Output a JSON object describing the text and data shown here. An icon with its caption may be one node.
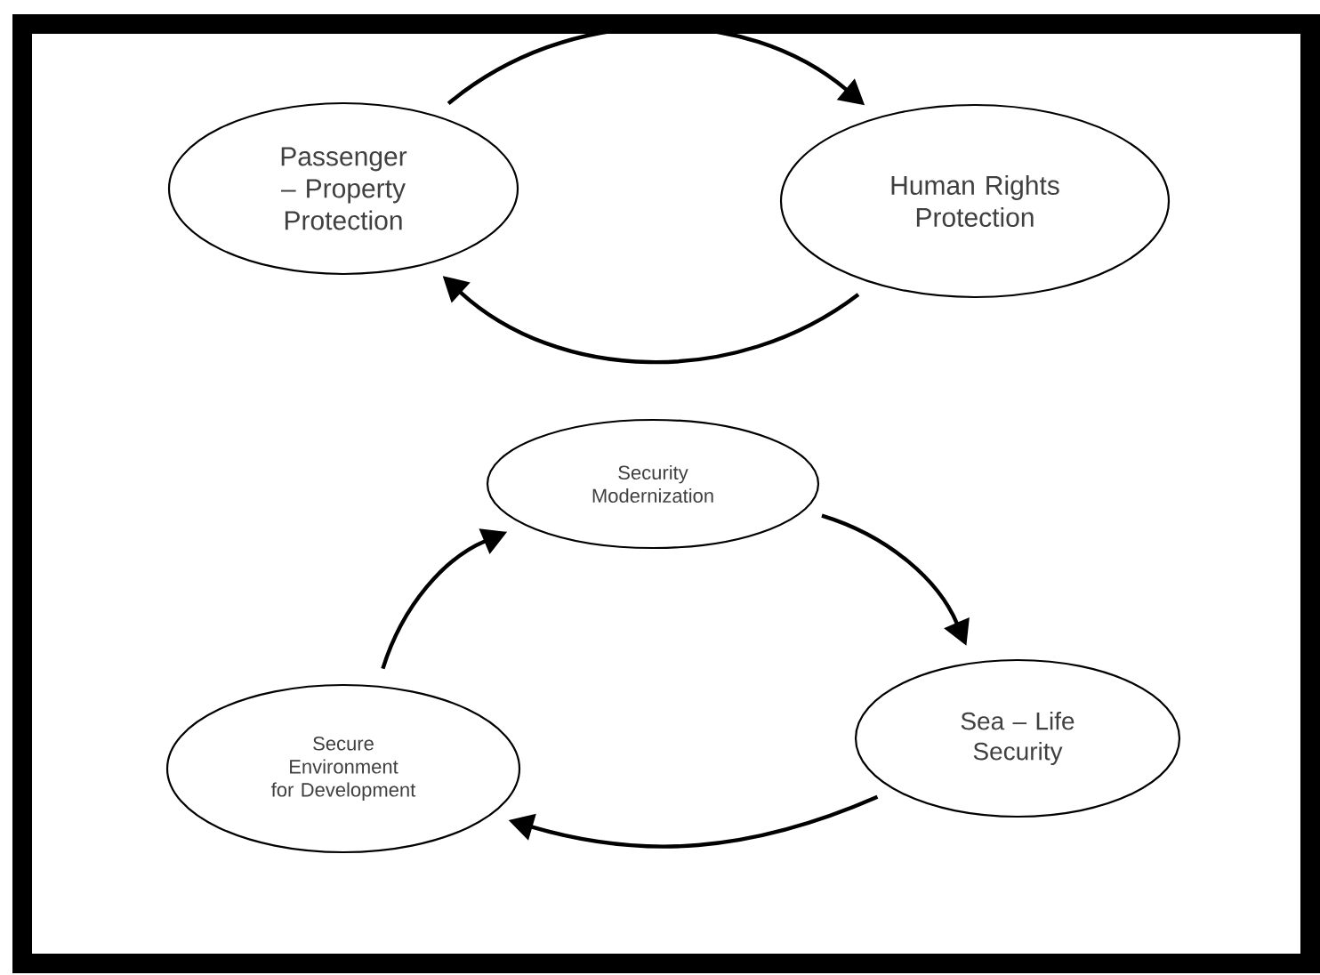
{
  "diagram": {
    "nodes": [
      {
        "text": [
          "Passenger – Property Protection"
        ]
      },
      {
        "text": [
          "Human Rights Protection"
        ]
      },
      {
        "text": [
          "Security Modernization"
        ]
      },
      {
        "text": [
          "Sea – Life Security"
        ]
      },
      {
        "text": [
          "Secure Environment for Development"
        ]
      }
    ],
    "edges": [
      {
        "from": 0,
        "to": 1,
        "arrow": "to"
      },
      {
        "from": 1,
        "to": 0,
        "arrow": "to"
      },
      {
        "from": 4,
        "to": 2,
        "arrow": "to"
      },
      {
        "from": 2,
        "to": 3,
        "arrow": "to"
      },
      {
        "from": 3,
        "to": 4,
        "arrow": "to"
      }
    ]
  }
}
